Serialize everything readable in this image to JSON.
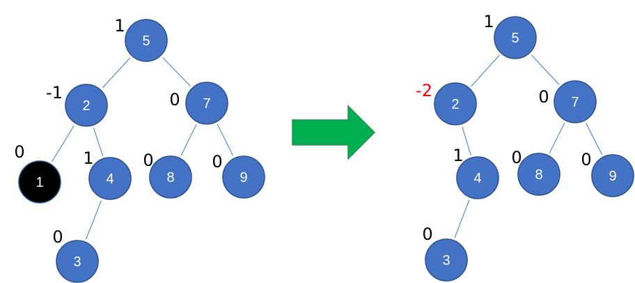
{
  "colors": {
    "node_fill": "#4472c4",
    "node_stroke": "#2f528f",
    "removed_node_fill": "#000000",
    "edge": "#5b8bd0",
    "label": "#000000",
    "imbalance_label": "#ff0000",
    "arrow_fill": "#00b050",
    "arrow_stroke": "#2e8b57"
  },
  "arrow": {
    "icon": "right-arrow-icon"
  },
  "before_tree": {
    "nodes": [
      {
        "id": "5",
        "label": "5",
        "balance": "1"
      },
      {
        "id": "2",
        "label": "2",
        "balance": "-1"
      },
      {
        "id": "7",
        "label": "7",
        "balance": "0"
      },
      {
        "id": "1",
        "label": "1",
        "balance": "0",
        "removed": true
      },
      {
        "id": "4",
        "label": "4",
        "balance": "1"
      },
      {
        "id": "8",
        "label": "8",
        "balance": "0"
      },
      {
        "id": "9",
        "label": "9",
        "balance": "0"
      },
      {
        "id": "3",
        "label": "3",
        "balance": "0"
      }
    ],
    "edges": [
      [
        "5",
        "2"
      ],
      [
        "5",
        "7"
      ],
      [
        "2",
        "1"
      ],
      [
        "2",
        "4"
      ],
      [
        "7",
        "8"
      ],
      [
        "7",
        "9"
      ],
      [
        "4",
        "3"
      ]
    ]
  },
  "after_tree": {
    "nodes": [
      {
        "id": "5",
        "label": "5",
        "balance": "1"
      },
      {
        "id": "2",
        "label": "2",
        "balance": "-2",
        "imbalanced": true
      },
      {
        "id": "7",
        "label": "7",
        "balance": "0"
      },
      {
        "id": "4",
        "label": "4",
        "balance": "1"
      },
      {
        "id": "8",
        "label": "8",
        "balance": "0"
      },
      {
        "id": "9",
        "label": "9",
        "balance": "0"
      },
      {
        "id": "3",
        "label": "3",
        "balance": "0"
      }
    ],
    "edges": [
      [
        "5",
        "2"
      ],
      [
        "5",
        "7"
      ],
      [
        "2",
        "4"
      ],
      [
        "7",
        "8"
      ],
      [
        "7",
        "9"
      ],
      [
        "4",
        "3"
      ]
    ]
  }
}
